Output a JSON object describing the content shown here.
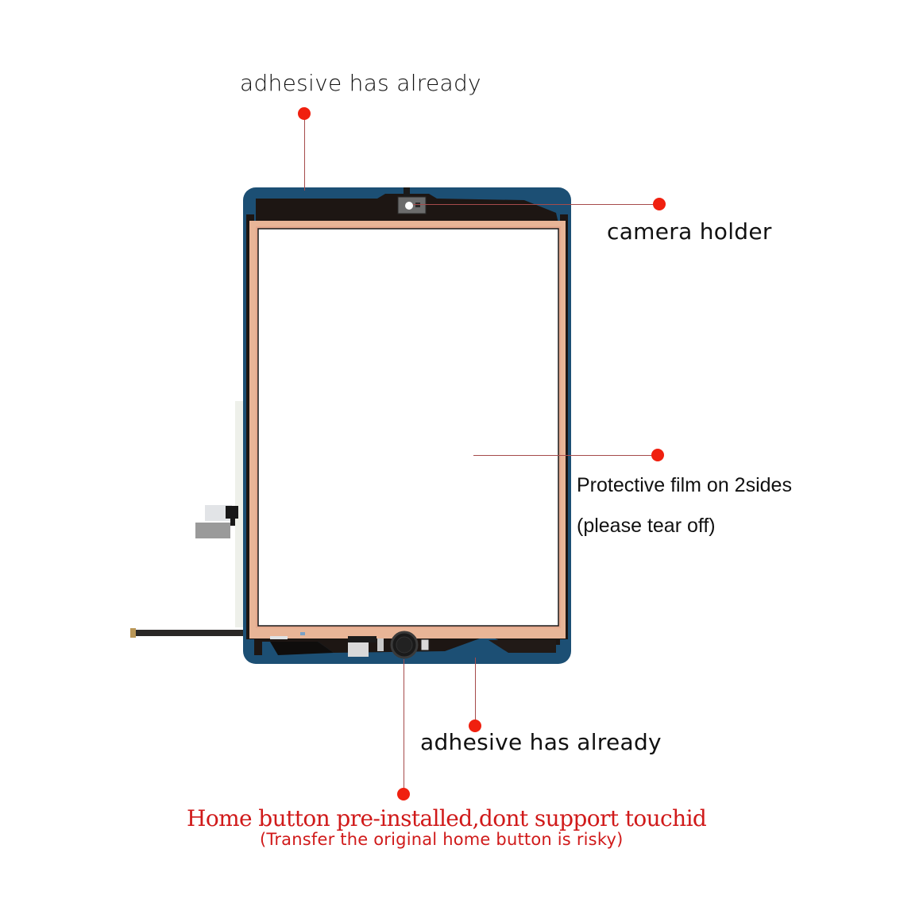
{
  "labels": {
    "top_adhesive": "adhesive has already",
    "camera_holder": "camera holder",
    "protective_film_line1": "Protective film on 2sides",
    "protective_film_line2": "(please tear off)",
    "bottom_adhesive": "adhesive has already",
    "home_button_line1": "Home button pre-installed,dont support touchid",
    "home_button_line2": "(Transfer the original home button is risky)"
  },
  "colors": {
    "frame_blue": "#1c4f74",
    "frame_black": "#1d1613",
    "inner_border_peach": "#e8b597",
    "glass_white": "#ffffff",
    "marker_red": "#f0200f",
    "leader_line": "#a64b4b",
    "warning_text_red": "#d01a1a"
  },
  "icons": {
    "marker": "red-dot",
    "camera": "camera-holder-bracket",
    "home_button": "round-home-button"
  }
}
